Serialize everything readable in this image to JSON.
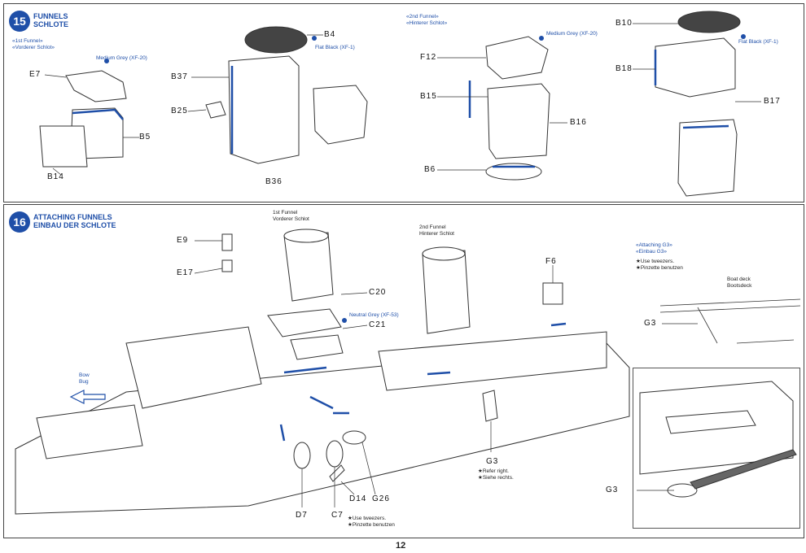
{
  "step15": {
    "number": "15",
    "title_en": "FUNNELS",
    "title_de": "SCHLOTE",
    "first_funnel_en": "«1st Funnel»",
    "first_funnel_de": "«Vorderer Schlot»",
    "second_funnel_en": "«2nd Funnel»",
    "second_funnel_de": "«Hinterer Schlot»",
    "paint_medium_grey_1": "Medium Grey (XF-20)",
    "paint_flat_black_1": "Flat Black (XF-1)",
    "paint_medium_grey_2": "Medium Grey (XF-20)",
    "paint_flat_black_2": "Flat Black (XF-1)",
    "parts": {
      "e7": "E7",
      "b5": "B5",
      "b14": "B14",
      "b37": "B37",
      "b4": "B4",
      "b25": "B25",
      "b36": "B36",
      "f12": "F12",
      "b15": "B15",
      "b16": "B16",
      "b6": "B6",
      "b10": "B10",
      "b18": "B18",
      "b17": "B17"
    }
  },
  "step16": {
    "number": "16",
    "title_en": "ATTACHING FUNNELS",
    "title_de": "EINBAU DER SCHLOTE",
    "first_funnel_en": "1st Funnel",
    "first_funnel_de": "Vorderer Schlot",
    "second_funnel_en": "2nd Funnel",
    "second_funnel_de": "Hinterer Schlot",
    "bow_en": "Bow",
    "bow_de": "Bug",
    "paint_neutral_grey": "Neutral Grey (XF-53)",
    "refer_right_en": "★Refer right.",
    "refer_right_de": "★Siehe rechts.",
    "tweezers_en": "★Use tweezers.",
    "tweezers_de": "★Pinzette benutzen",
    "parts": {
      "e9": "E9",
      "e17": "E17",
      "c20": "C20",
      "c21": "C21",
      "f6": "F6",
      "g3": "G3",
      "d7": "D7",
      "c7": "C7",
      "d14": "D14",
      "g26": "G26"
    },
    "inset": {
      "title_en": "«Attaching G3»",
      "title_de": "«Einbau G3»",
      "tweezers_en": "★Use tweezers.",
      "tweezers_de": "★Pinzette benutzen",
      "boat_deck_en": "Boat deck",
      "boat_deck_de": "Bootsdeck",
      "g3_top": "G3",
      "g3_bottom": "G3"
    }
  },
  "page_number": "12",
  "colors": {
    "accent": "#1f4fa8",
    "line": "#333333",
    "paint_dot": "#1f4fa8"
  }
}
